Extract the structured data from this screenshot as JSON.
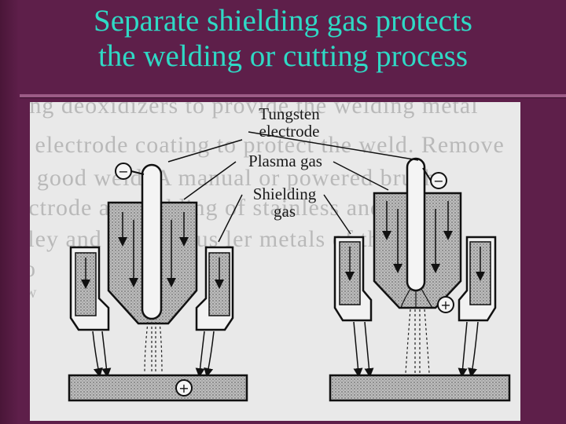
{
  "slide": {
    "title_line1": "Separate shielding gas protects",
    "title_line2": "the welding or cutting process"
  },
  "diagram": {
    "labels": {
      "tungsten_electrode_line1": "Tungsten",
      "tungsten_electrode_line2": "electrode",
      "plasma_gas": "Plasma gas",
      "shielding_gas_line1": "Shielding",
      "shielding_gas_line2": "gas"
    },
    "polarity": {
      "electrode_sign": "−",
      "work_sign": "+"
    },
    "background_text": [
      "ing deoxidizers to provide the welding metal",
      "d electrode coating to protect the weld. Remove",
      "a good weld. A manual or powered brush",
      "ectrode arc welding of stainless and",
      "tley and nonferrous ler metals of the",
      "o",
      "w"
    ]
  },
  "colors": {
    "background": "#5e1f4a",
    "title": "#2fd9c5",
    "rule": "#9c5b86",
    "diagram_bg": "#e9e9e9",
    "ink": "#1a1a1a"
  }
}
